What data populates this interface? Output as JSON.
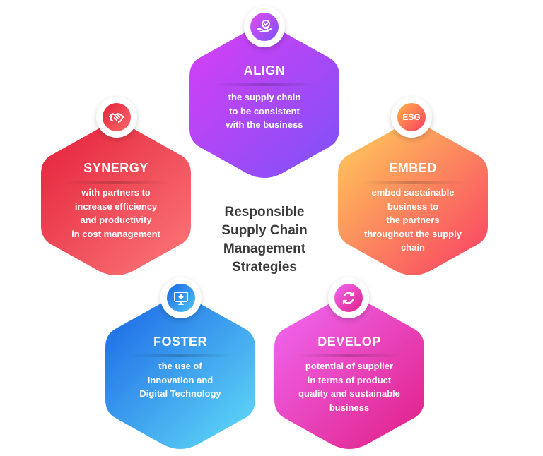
{
  "center": {
    "title_lines": [
      "Responsible",
      "Supply Chain",
      "Management",
      "Strategies"
    ]
  },
  "hexagons": [
    {
      "key": "align",
      "title": "ALIGN",
      "description": "the supply chain\nto be consistent\nwith the business",
      "icon": "hand-check-icon",
      "colors": [
        "#d93ef5",
        "#7c52f7"
      ]
    },
    {
      "key": "synergy",
      "title": "SYNERGY",
      "description": "with partners to\nincrease efficiency\nand productivity\nin cost management",
      "icon": "handshake-icon",
      "colors": [
        "#e4203a",
        "#fb7a7a"
      ]
    },
    {
      "key": "embed",
      "title": "EMBED",
      "description": "embed sustainable\nbusiness to\nthe partners\nthroughout the supply\nchain",
      "icon": "esg-badge",
      "icon_text": "ESG",
      "colors": [
        "#ffcf5a",
        "#f93d63"
      ]
    },
    {
      "key": "foster",
      "title": "FOSTER",
      "description": "the use of\nInnovation and\nDigital Technology",
      "icon": "monitor-download-icon",
      "colors": [
        "#1a64e4",
        "#62def8"
      ]
    },
    {
      "key": "develop",
      "title": "DEVELOP",
      "description": "potential of supplier\nin terms of product\nquality and sustainable\nbusiness",
      "icon": "sync-arrows-icon",
      "colors": [
        "#f06af5",
        "#e01f83"
      ]
    }
  ]
}
